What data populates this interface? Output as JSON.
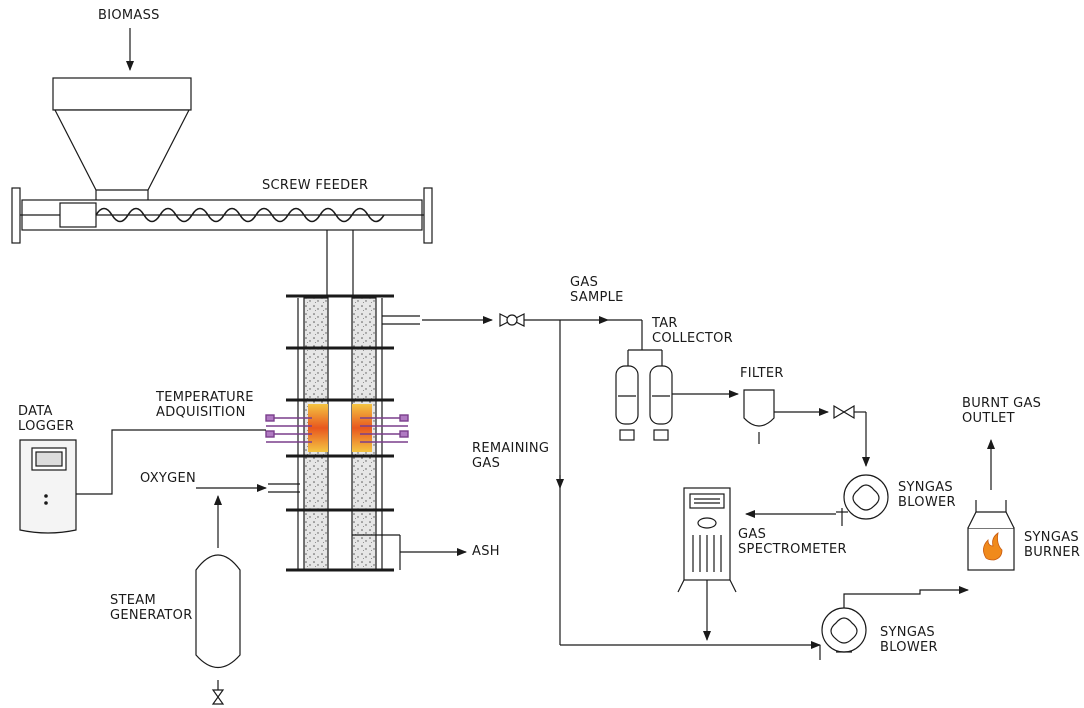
{
  "labels": {
    "biomass": "BIOMASS",
    "screw_feeder": "SCREW FEEDER",
    "gas_sample_1": "GAS",
    "gas_sample_2": "SAMPLE",
    "tar_collector_1": "TAR",
    "tar_collector_2": "COLLECTOR",
    "filter": "FILTER",
    "burnt_gas_1": "BURNT GAS",
    "burnt_gas_2": "OUTLET",
    "data_logger_1": "DATA",
    "data_logger_2": "LOGGER",
    "temperature_1": "TEMPERATURE",
    "temperature_2": "ADQUISITION",
    "remaining_gas_1": "REMAINING",
    "remaining_gas_2": "GAS",
    "oxygen": "OXYGEN",
    "syngas_blower_top_1": "SYNGAS",
    "syngas_blower_top_2": "BLOWER",
    "gas_spectrometer_1": "GAS",
    "gas_spectrometer_2": "SPECTROMETER",
    "syngas_burner_1": "SYNGAS",
    "syngas_burner_2": "BURNER",
    "ash": "ASH",
    "steam_generator_1": "STEAM",
    "steam_generator_2": "GENERATOR",
    "syngas_blower_bottom_1": "SYNGAS",
    "syngas_blower_bottom_2": "BLOWER"
  },
  "colors": {
    "line": "#1a1a1a",
    "insulation": "#d6d6d6",
    "hot_zone_outer": "#e8571e",
    "hot_zone_inner": "#f7b733",
    "thermocouple": "#7a3f8c",
    "flame": "#f08a1c"
  },
  "icons": [
    "hopper-icon",
    "screw-feeder-icon",
    "reactor-icon",
    "valve-icon",
    "tar-collector-icon",
    "filter-icon",
    "blower-icon",
    "gas-spectrometer-icon",
    "burner-icon",
    "steam-generator-icon",
    "data-logger-icon",
    "flame-icon"
  ]
}
